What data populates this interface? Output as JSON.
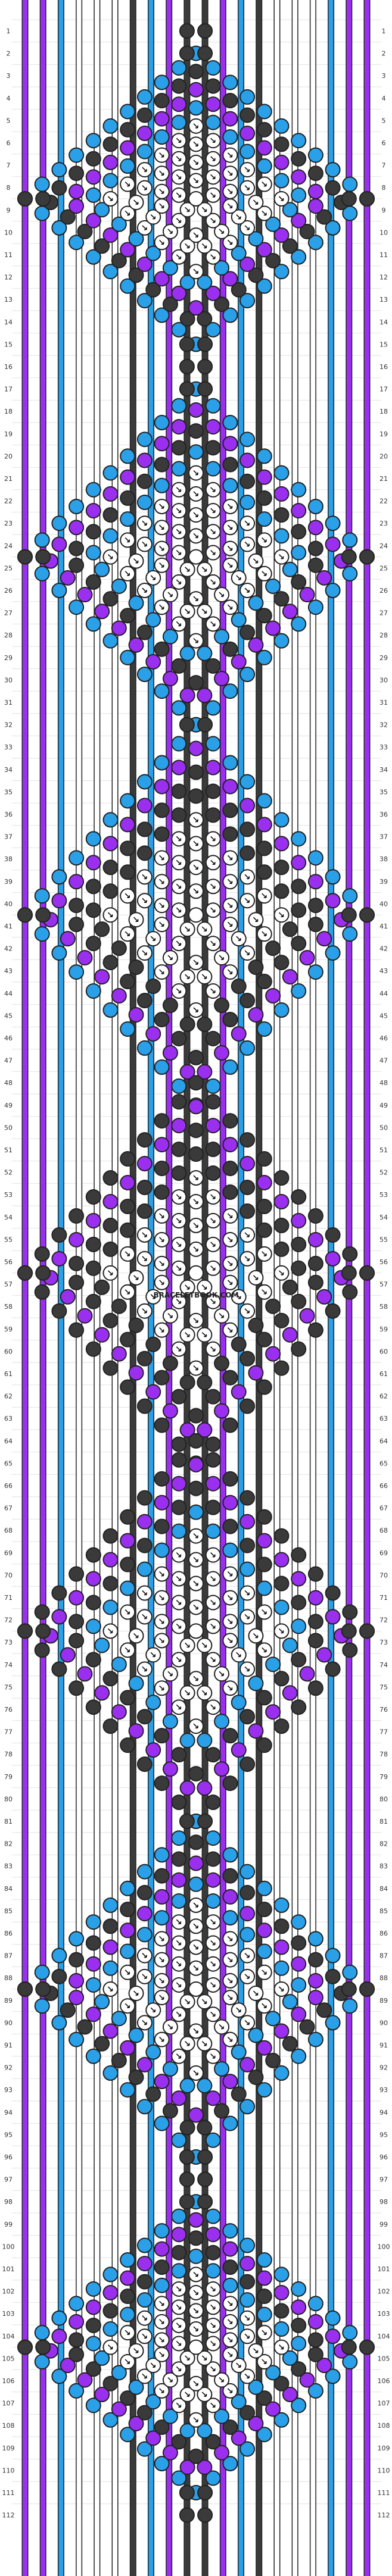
{
  "watermark": "BRACELETBOOK.COM",
  "row_count": 112,
  "strings_count": 20,
  "colors": {
    "purple": "#9b2ff0",
    "blue": "#2aa0e8",
    "white": "#ffffff",
    "black": "#3a3a3a",
    "grid_line": "#e2e2e2",
    "outline": "#222222"
  },
  "string_colors": [
    "purple",
    "purple",
    "blue",
    "white",
    "white",
    "white",
    "black",
    "blue",
    "purple",
    "black",
    "black",
    "purple",
    "blue",
    "black",
    "white",
    "white",
    "white",
    "blue",
    "purple",
    "purple"
  ],
  "motifs": [
    {
      "center_row": 8.5,
      "half_rows": 6.5,
      "inner": "white",
      "order": [
        "blue",
        "black",
        "purple",
        "blue"
      ]
    },
    {
      "center_row": 24.5,
      "half_rows": 7.5,
      "inner": "white",
      "order": [
        "blue",
        "purple",
        "black",
        "blue"
      ]
    },
    {
      "center_row": 40.5,
      "half_rows": 8.5,
      "inner": "white",
      "order": [
        "blue",
        "purple",
        "black",
        "black"
      ]
    },
    {
      "center_row": 56.5,
      "half_rows": 8.5,
      "inner": "white",
      "order": [
        "black",
        "purple",
        "black",
        "black"
      ]
    },
    {
      "center_row": 72.5,
      "half_rows": 8.5,
      "inner": "white",
      "order": [
        "black",
        "purple",
        "black",
        "blue"
      ]
    },
    {
      "center_row": 88.5,
      "half_rows": 7.5,
      "inner": "white",
      "order": [
        "blue",
        "black",
        "purple",
        "blue"
      ]
    },
    {
      "center_row": 104.5,
      "half_rows": 6.5,
      "inner": "white",
      "order": [
        "blue",
        "purple",
        "black",
        "blue"
      ]
    }
  ]
}
